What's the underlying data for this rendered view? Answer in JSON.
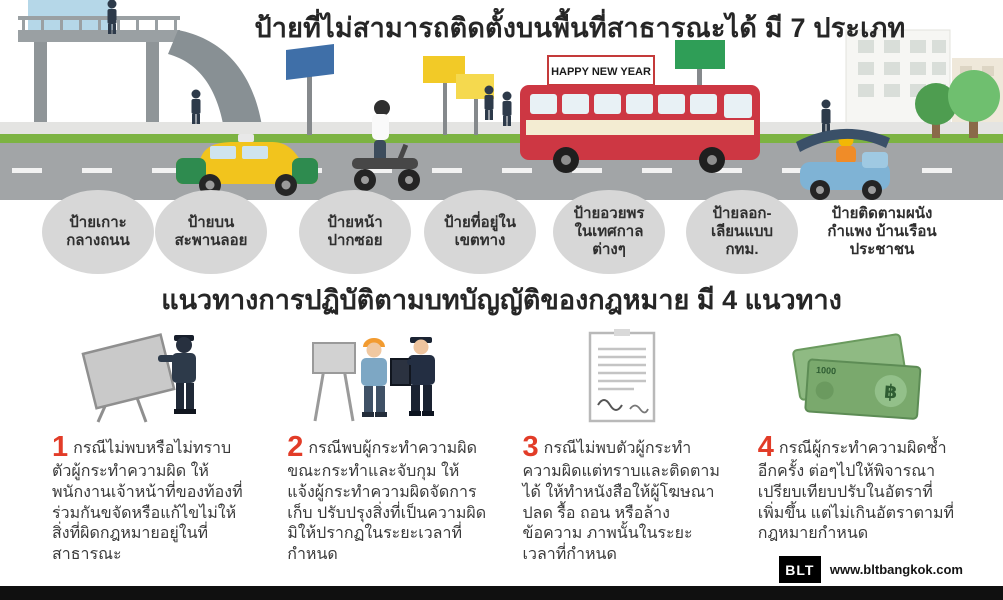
{
  "header": {
    "title": "ป้ายที่ไม่สามารถติดตั้งบนพื้นที่สาธารณะได้ มี 7 ประเภท"
  },
  "scene": {
    "bus_sign_text": "HAPPY NEW YEAR"
  },
  "sign_types": [
    {
      "label": "ป้ายเกาะ\nกลางถนน"
    },
    {
      "label": "ป้ายบน\nสะพานลอย"
    },
    {
      "label": "ป้ายหน้า\nปากซอย"
    },
    {
      "label": "ป้ายที่อยู่ใน\nเขตทาง"
    },
    {
      "label": "ป้ายอวยพร\nในเทศกาล\nต่างๆ"
    },
    {
      "label": "ป้ายลอก-\nเลียนแบบ\nกทม."
    },
    {
      "label": "ป้ายติดตามผนัง\nกำแพง บ้านเรือน\nประชาชน"
    }
  ],
  "guidelines": {
    "title": "แนวทางการปฏิบัติตามบทบัญญัติของกฎหมาย มี 4 แนวทาง",
    "items": [
      {
        "number": "1",
        "text": "กรณีไม่พบหรือไม่ทราบตัวผู้กระทำความผิด ให้พนักงานเจ้าหน้าที่ของท้องที่ร่วมกันขจัดหรือแก้ไขไม่ให้สิ่งที่ผิดกฎหมายอยู่ในที่สาธารณะ"
      },
      {
        "number": "2",
        "text": "กรณีพบผู้กระทำความผิดขณะกระทำและจับกุม ให้แจ้งผู้กระทำความผิดจัดการเก็บ ปรับปรุงสิ่งที่เป็นความผิดมิให้ปรากฏในระยะเวลาที่กำหนด"
      },
      {
        "number": "3",
        "text": "กรณีไม่พบตัวผู้กระทำความผิดแต่ทราบและติดตามได้ ให้ทำหนังสือให้ผู้โฆษณา ปลด รื้อ ถอน หรือล้างข้อความ ภาพนั้นในระยะเวลาที่กำหนด"
      },
      {
        "number": "4",
        "text": "กรณีผู้กระทำความผิดซ้ำอีกครั้ง ต่อๆไปให้พิจารณาเปรียบเทียบปรับในอัตราที่เพิ่มขึ้น แต่ไม่เกินอัตราตามที่กฎหมายกำหนด"
      }
    ]
  },
  "illustrations": {
    "money_symbol": "฿",
    "money_value": "1000"
  },
  "footer": {
    "logo": "BLT",
    "website": "www.bltbangkok.com"
  },
  "colors": {
    "accent_red": "#e23c28",
    "circle_gray": "#d7d7d7",
    "bus_red": "#cd3743",
    "taxi_yellow": "#f2c41d",
    "grass_green": "#7cb342",
    "footer_black": "#101010"
  }
}
